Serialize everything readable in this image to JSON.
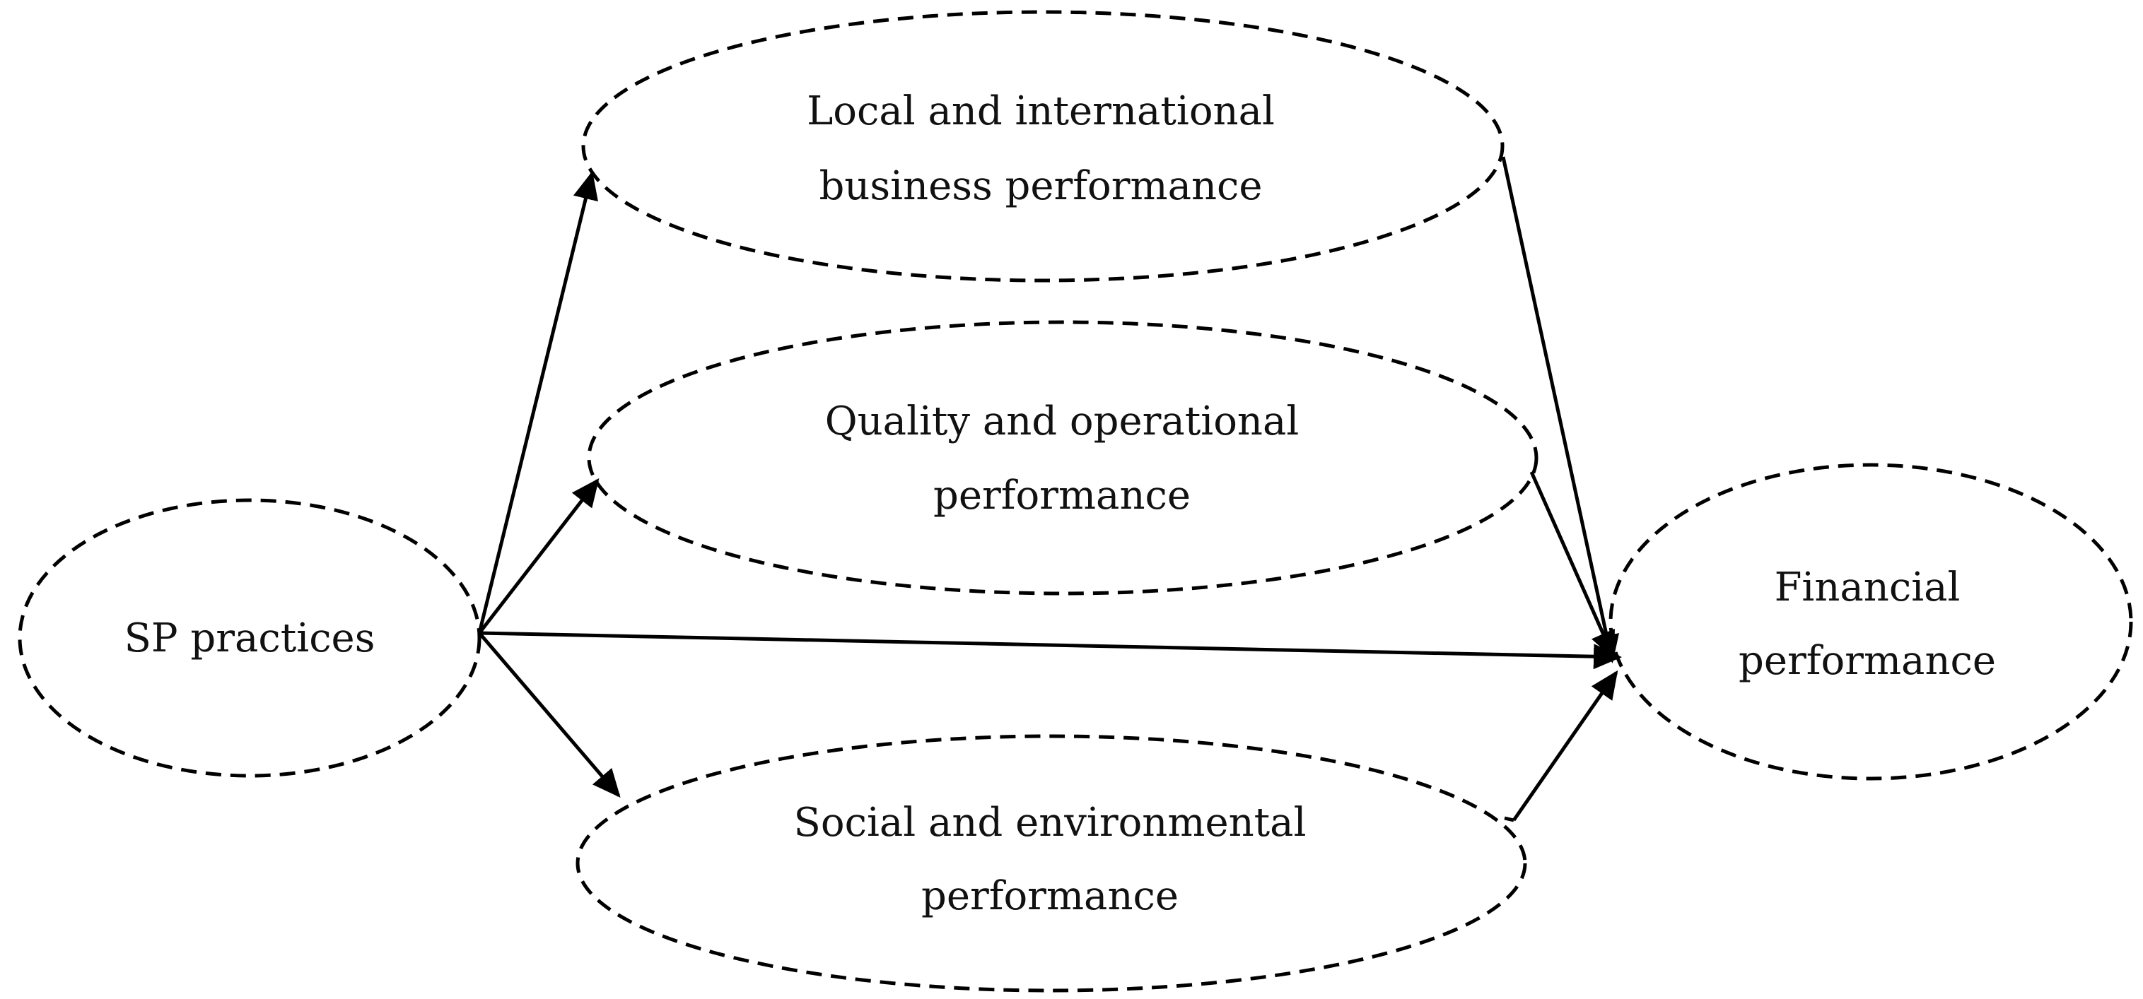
{
  "diagram": {
    "nodes": {
      "sp_practices": {
        "line1": "SP practices"
      },
      "local_intl": {
        "line1": "Local and international",
        "line2": "business performance"
      },
      "quality_ops": {
        "line1": "Quality and operational",
        "line2": "performance"
      },
      "social_env": {
        "line1": "Social and environmental",
        "line2": "performance"
      },
      "financial": {
        "line1": "Financial",
        "line2": "performance"
      }
    },
    "edges": [
      {
        "from": "SP practices",
        "to": "Local and international business performance"
      },
      {
        "from": "SP practices",
        "to": "Quality and operational performance"
      },
      {
        "from": "SP practices",
        "to": "Social and environmental performance"
      },
      {
        "from": "SP practices",
        "to": "Financial performance"
      },
      {
        "from": "Local and international business performance",
        "to": "Financial performance"
      },
      {
        "from": "Quality and operational performance",
        "to": "Financial performance"
      },
      {
        "from": "Social and environmental performance",
        "to": "Financial performance"
      }
    ]
  }
}
